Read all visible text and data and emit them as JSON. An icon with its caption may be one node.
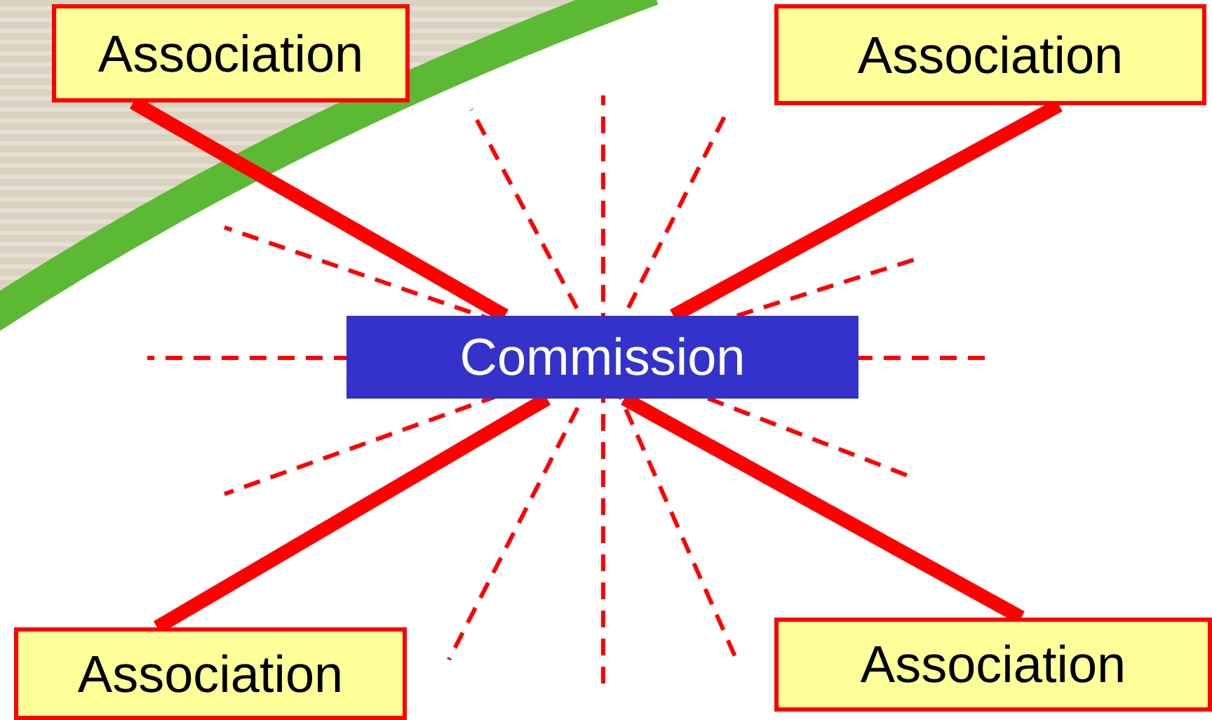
{
  "diagram": {
    "nodes": [
      {
        "text": [
          "Commission"
        ]
      },
      {
        "text": [
          "Association"
        ]
      },
      {
        "text": [
          "Association"
        ]
      },
      {
        "text": [
          "Association"
        ]
      },
      {
        "text": [
          "Association"
        ]
      }
    ],
    "edges": [
      {
        "from": 0,
        "to": 1,
        "arrow": "none"
      },
      {
        "from": 0,
        "to": 2,
        "arrow": "none"
      },
      {
        "from": 0,
        "to": 3,
        "arrow": "none"
      },
      {
        "from": 0,
        "to": 4,
        "arrow": "none"
      }
    ]
  }
}
